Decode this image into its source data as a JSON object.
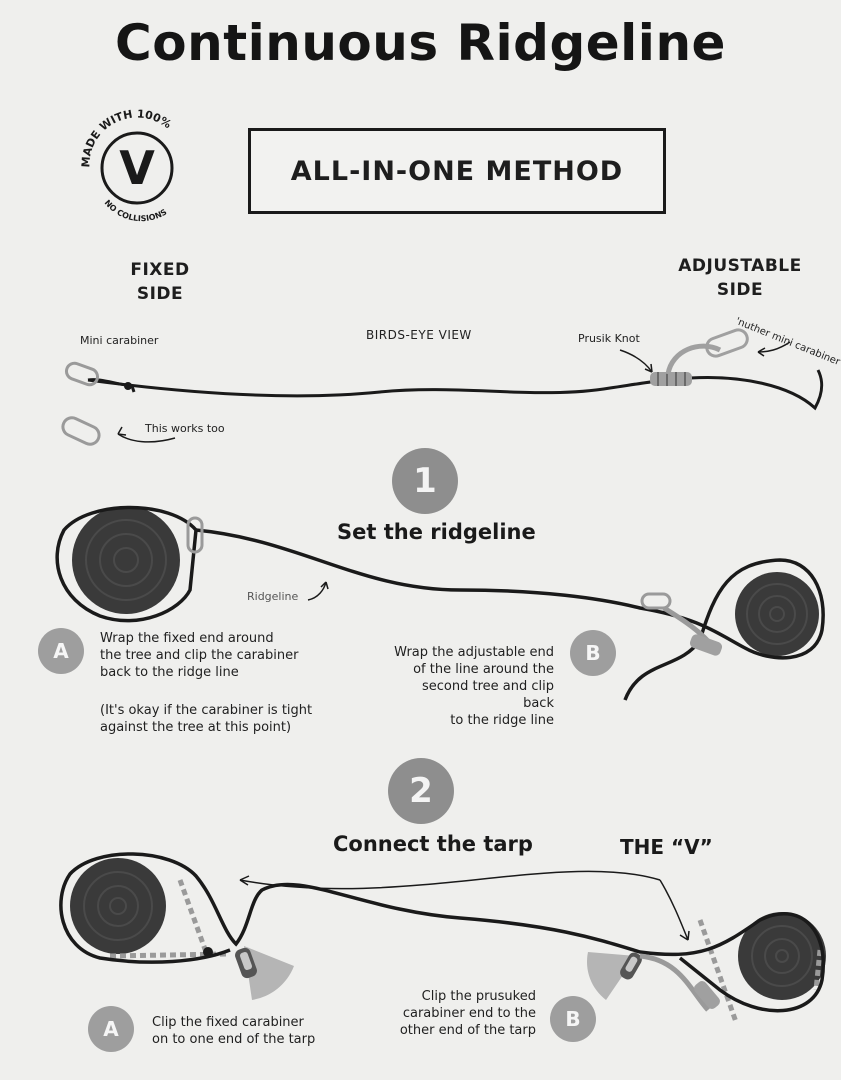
{
  "title": "Continuous Ridgeline",
  "method_box": "ALL-IN-ONE METHOD",
  "badge": {
    "top_text": "MADE WITH 100%",
    "letter": "V",
    "bottom_text": "NO COLLISIONS"
  },
  "sides": {
    "fixed": [
      "FIXED",
      "SIDE"
    ],
    "adjustable": [
      "ADJUSTABLE",
      "SIDE"
    ]
  },
  "overview": {
    "view_label": "BIRDS-EYE VIEW",
    "mini_carabiner": "Mini carabiner",
    "this_works_too": "This works too",
    "prusik_knot": "Prusik Knot",
    "nuther_carabiner": "'nuther mini carabiner"
  },
  "step1": {
    "number": "1",
    "heading": "Set the ridgeline",
    "ridgeline_label": "Ridgeline",
    "a": {
      "letter": "A",
      "text": [
        "Wrap the fixed end around",
        "the tree and clip the carabiner",
        "back to the ridge line"
      ],
      "note": [
        "(It's okay if the carabiner is tight",
        "against the tree at this point)"
      ]
    },
    "b": {
      "letter": "B",
      "text": [
        "Wrap the adjustable end",
        "of the line around the",
        "second tree and clip back",
        "to the ridge line"
      ]
    }
  },
  "step2": {
    "number": "2",
    "heading": "Connect the tarp",
    "v_label": "THE “V”",
    "a": {
      "letter": "A",
      "text": [
        "Clip the fixed carabiner",
        "on to one end of the tarp"
      ]
    },
    "b": {
      "letter": "B",
      "text": [
        "Clip the prusuked",
        "carabiner end to the",
        "other end of the tarp"
      ]
    }
  },
  "colors": {
    "background": "#efefed",
    "ink": "#1a1a1a",
    "tree": "#3a3a3a",
    "badge_gray": "#8e8e8e",
    "prusik_gray": "#9a9a9a"
  }
}
